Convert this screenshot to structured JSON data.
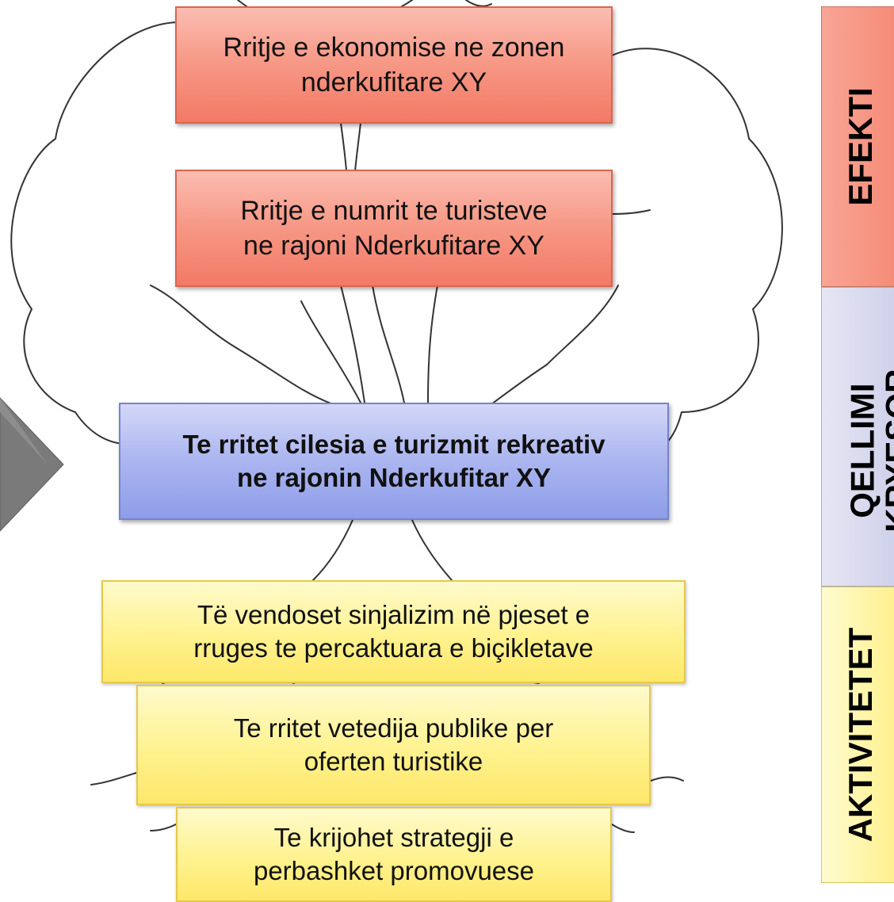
{
  "effects": {
    "effect_1": "Rritje e ekonomise ne zonen\nnderkufitare XY",
    "effect_2": "Rritje e numrit te turisteve\nne rajoni Nderkufitare XY"
  },
  "main_goal": {
    "text": "Te rritet cilesia e turizmit rekreativ\nne rajonin Nderkufitar XY"
  },
  "activities": {
    "activity_1": "Të vendoset sinjalizim në pjeset e\nrruges te percaktuara e biçikletave",
    "activity_2": "Te rritet vetedija publike per\noferten turistike",
    "activity_3": "Te krijohet strategji e\nperbashket promovuese"
  },
  "side_labels": {
    "effects": "EFEKTI",
    "main_goal": "QELLIMI\nKRYESOR",
    "activities": "AKTIVITETET"
  },
  "colors": {
    "effects": "#f48a75",
    "main_goal": "#aab5f0",
    "activities": "#fff28f",
    "arrow": "#7a7a7a"
  },
  "icons": {
    "background": "tree-outline-icon",
    "left_marker": "chevron-right-icon"
  }
}
